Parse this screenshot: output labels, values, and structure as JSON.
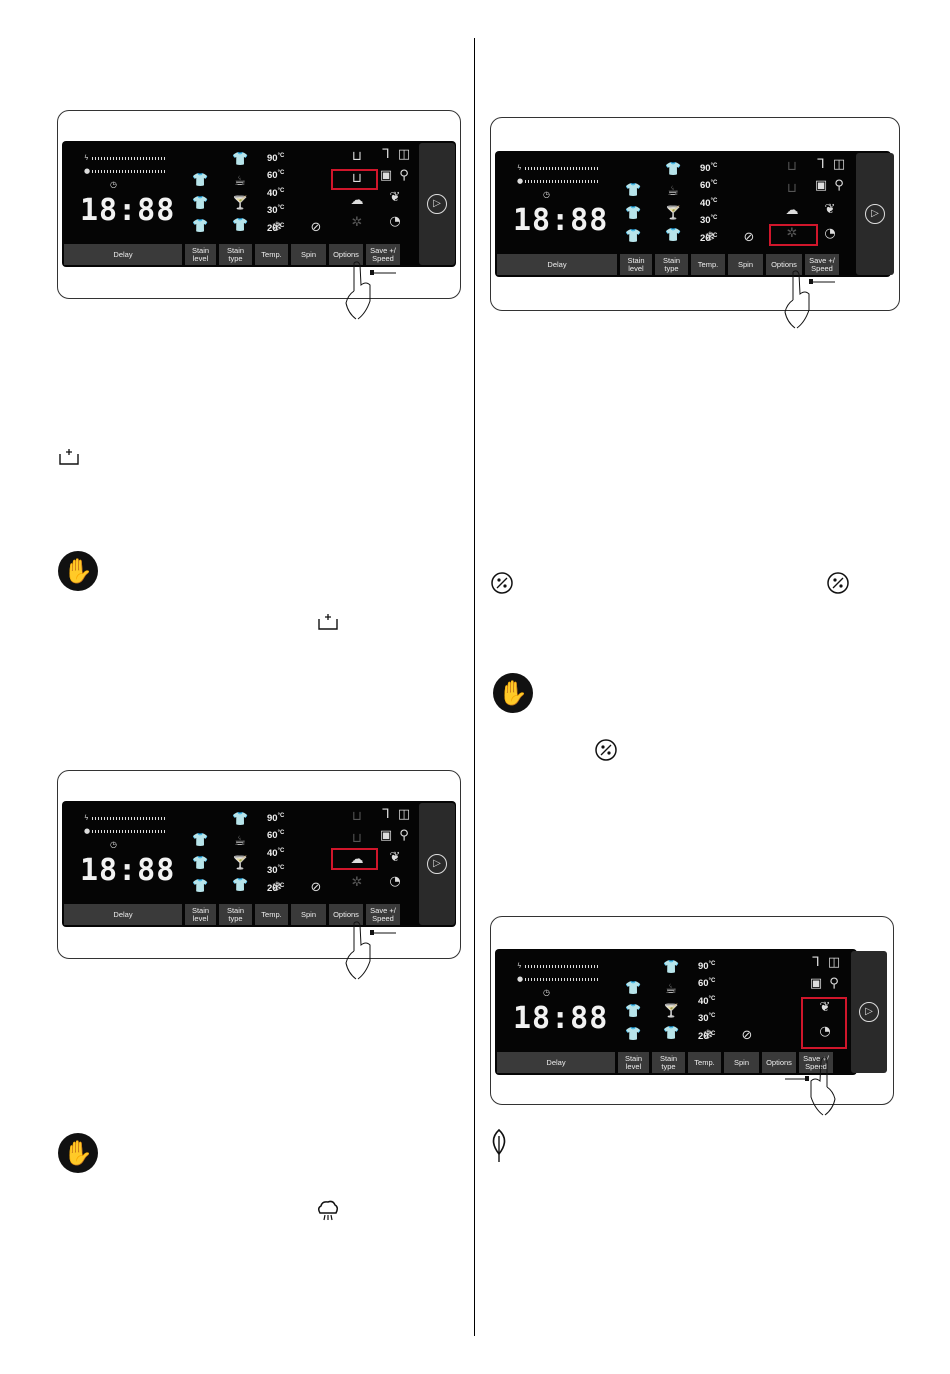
{
  "panels": [
    {
      "buttons": [
        "Delay",
        "Stain\nlevel",
        "Stain\ntype",
        "Temp.",
        "Spin",
        "Options",
        "Save +/\nSpeed"
      ],
      "display_time": "18:88",
      "temps": [
        "90",
        "60",
        "40",
        "30",
        "20"
      ],
      "temp_unit": "°C"
    },
    {
      "buttons": [
        "Delay",
        "Stain\nlevel",
        "Stain\ntype",
        "Temp.",
        "Spin",
        "Options",
        "Save +/\nSpeed"
      ],
      "display_time": "18:88",
      "temps": [
        "90",
        "60",
        "40",
        "30",
        "20"
      ],
      "temp_unit": "°C"
    },
    {
      "buttons": [
        "Delay",
        "Stain\nlevel",
        "Stain\ntype",
        "Temp.",
        "Spin",
        "Options",
        "Save +/\nSpeed"
      ],
      "display_time": "18:88",
      "temps": [
        "90",
        "60",
        "40",
        "30",
        "20"
      ],
      "temp_unit": "°C"
    },
    {
      "buttons": [
        "Delay",
        "Stain\nlevel",
        "Stain\ntype",
        "Temp.",
        "Spin",
        "Options",
        "Save +/\nSpeed"
      ],
      "display_time": "18:88",
      "temps": [
        "90",
        "60",
        "40",
        "30",
        "20"
      ],
      "temp_unit": "°C"
    }
  ],
  "colors": {
    "panel_bg": "#050505",
    "button_bg": "#3a3a3a",
    "highlight": "#d0162b"
  },
  "icons": {
    "prewash": "prewash-icon",
    "steam": "steam-icon",
    "anti_allergy": "anti-allergy-icon",
    "eco": "eco-leaf-icon",
    "warning": "stop-hand-icon"
  }
}
